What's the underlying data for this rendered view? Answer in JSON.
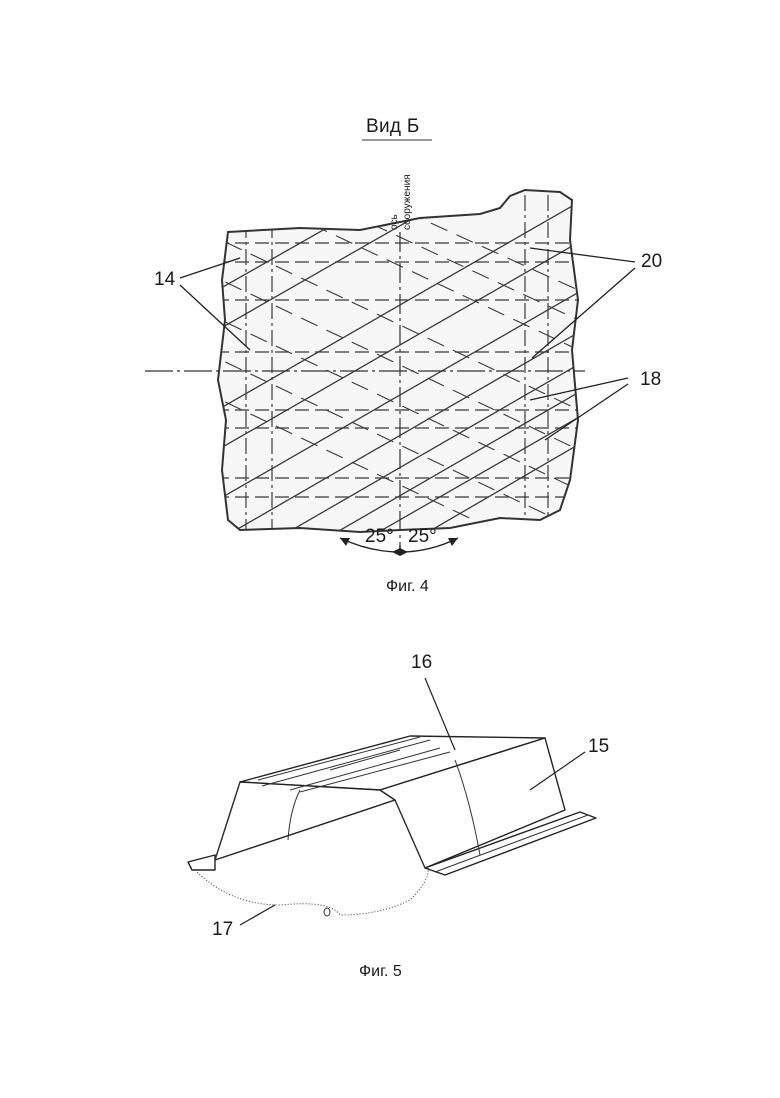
{
  "fig4": {
    "view_title": "Вид Б",
    "axis_label_1": "ось",
    "axis_label_2": "сооружения",
    "ref_14": "14",
    "ref_20": "20",
    "ref_18": "18",
    "angle_left": "25°",
    "angle_right": "25°",
    "caption": "Фиг. 4"
  },
  "fig5": {
    "ref_16": "16",
    "ref_15": "15",
    "ref_17": "17",
    "caption": "Фиг. 5"
  }
}
